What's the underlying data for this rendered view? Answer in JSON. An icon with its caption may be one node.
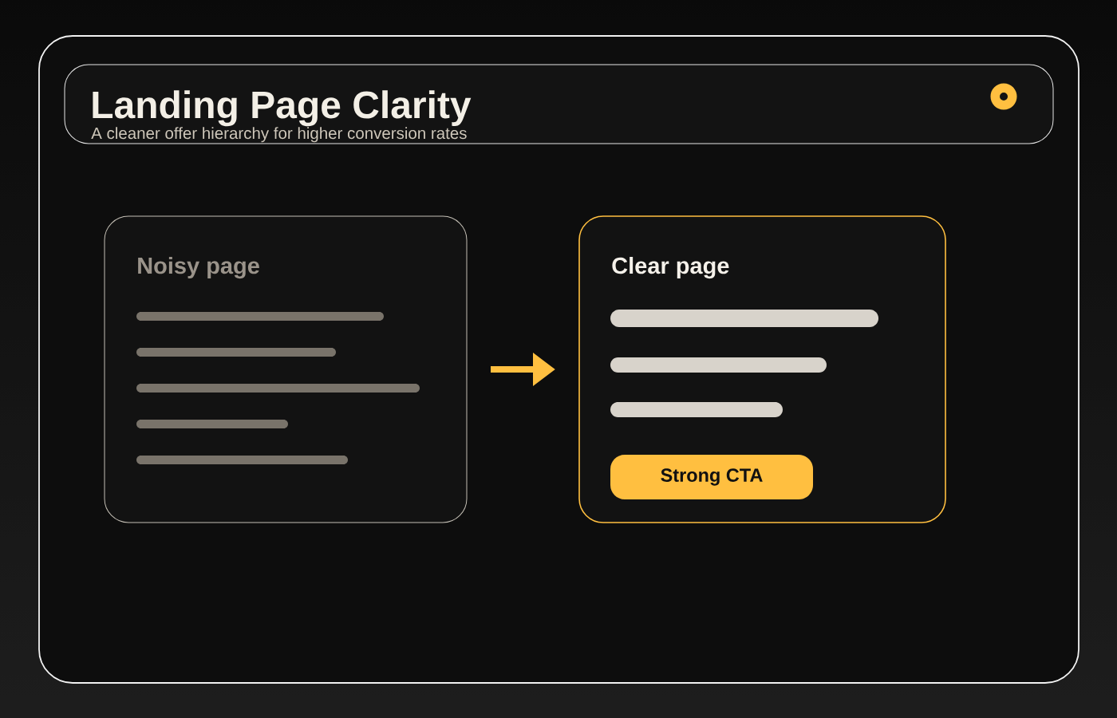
{
  "diagram": {
    "nodes": [
      {
        "text": [
          "Landing Page Clarity",
          "A cleaner offer hierarchy for higher conversion rates"
        ]
      },
      {
        "text": [
          "Noisy page"
        ]
      },
      {
        "text": [
          "Clear page"
        ]
      },
      {
        "text": [
          "Strong CTA"
        ],
        "in": 2
      }
    ],
    "edges": [
      {
        "from": 1,
        "to": 2,
        "arrow": "to"
      }
    ]
  }
}
